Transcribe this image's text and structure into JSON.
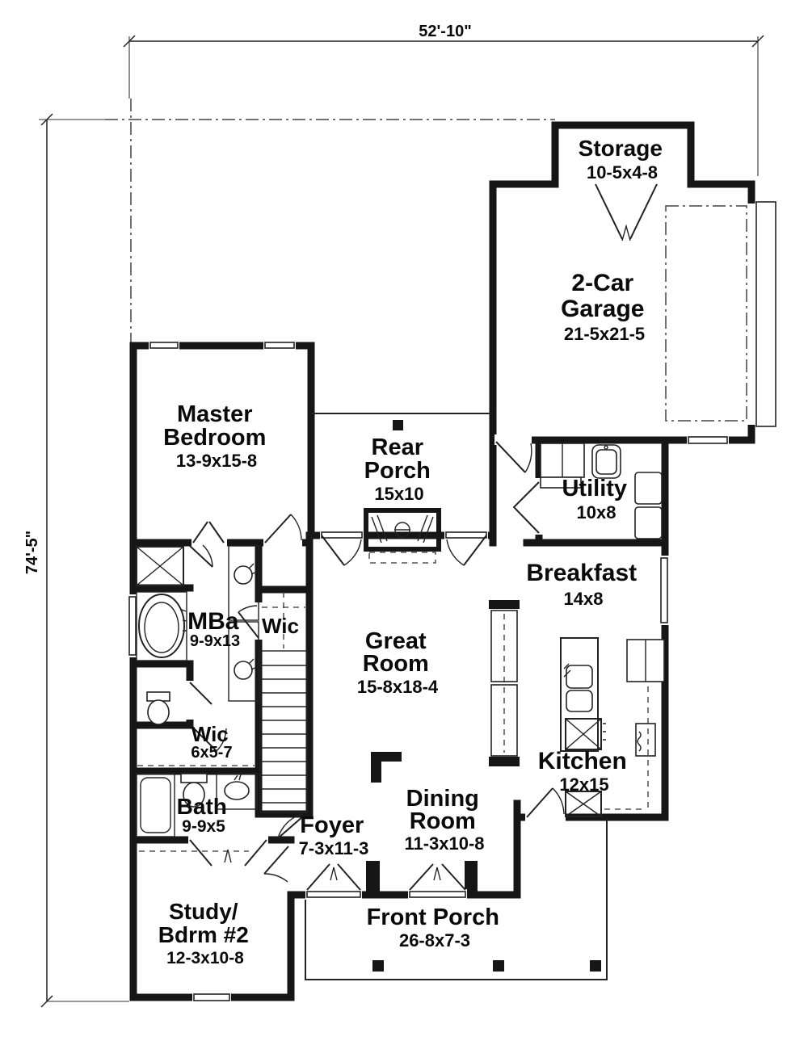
{
  "plan": {
    "overall_width_label": "52'-10\"",
    "overall_height_label": "74'-5\"",
    "colors": {
      "wall": "#161616",
      "background": "#ffffff",
      "line": "#222222"
    },
    "rooms": [
      {
        "id": "storage",
        "lines": [
          "Storage"
        ],
        "size": "10-5x4-8"
      },
      {
        "id": "garage",
        "lines": [
          "2-Car",
          "Garage"
        ],
        "size": "21-5x21-5"
      },
      {
        "id": "master-bedroom",
        "lines": [
          "Master",
          "Bedroom"
        ],
        "size": "13-9x15-8"
      },
      {
        "id": "rear-porch",
        "lines": [
          "Rear",
          "Porch"
        ],
        "size": "15x10"
      },
      {
        "id": "utility",
        "lines": [
          "Utility"
        ],
        "size": "10x8"
      },
      {
        "id": "breakfast",
        "lines": [
          "Breakfast"
        ],
        "size": "14x8"
      },
      {
        "id": "master-bath",
        "lines": [
          "MBa"
        ],
        "size": "9-9x13"
      },
      {
        "id": "wic-upper",
        "lines": [
          "Wic"
        ],
        "size": ""
      },
      {
        "id": "great-room",
        "lines": [
          "Great",
          "Room"
        ],
        "size": "15-8x18-4"
      },
      {
        "id": "wic-lower",
        "lines": [
          "Wic"
        ],
        "size": "6x5-7"
      },
      {
        "id": "kitchen",
        "lines": [
          "Kitchen"
        ],
        "size": "12x15"
      },
      {
        "id": "bath",
        "lines": [
          "Bath"
        ],
        "size": "9-9x5"
      },
      {
        "id": "foyer",
        "lines": [
          "Foyer"
        ],
        "size": "7-3x11-3"
      },
      {
        "id": "dining-room",
        "lines": [
          "Dining",
          "Room"
        ],
        "size": "11-3x10-8"
      },
      {
        "id": "study-bdrm2",
        "lines": [
          "Study/",
          "Bdrm #2"
        ],
        "size": "12-3x10-8"
      },
      {
        "id": "front-porch",
        "lines": [
          "Front Porch"
        ],
        "size": "26-8x7-3"
      }
    ]
  }
}
